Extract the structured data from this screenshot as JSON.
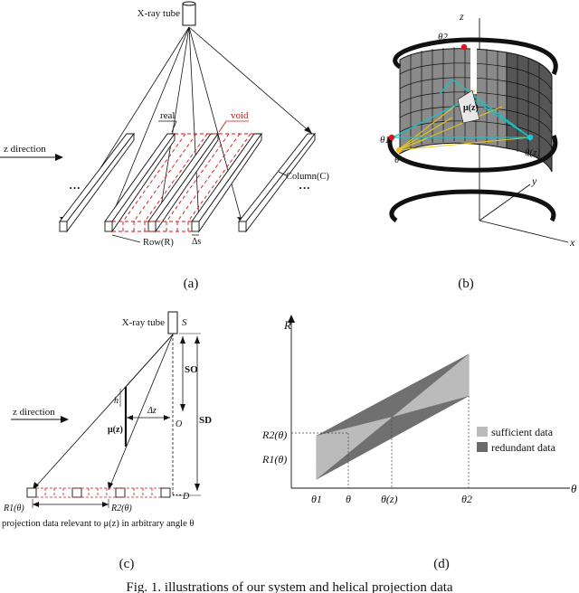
{
  "panel_a": {
    "source_label": "X-ray tube",
    "real_label": "real",
    "void_label": "void",
    "z_direction": "z direction",
    "column_label": "Column(C)",
    "row_label": "Row(R)",
    "delta_s": "Δs",
    "ellipsis_left": "···",
    "ellipsis_right": "···"
  },
  "panel_b": {
    "z_axis": "z",
    "y_axis": "y",
    "x_axis": "x",
    "theta_top": "θ2",
    "theta_left": "θ1",
    "theta_bottom": "θ",
    "theta_right": "θ(z)",
    "mu_label": "μ(z)"
  },
  "panel_c": {
    "source_label": "X-ray tube",
    "s_label": "S",
    "so_label": "SO",
    "sd_label": "SD",
    "o_label": "O",
    "d_label": "D",
    "h_label": "h",
    "delta_z": "Δz",
    "mu_label": "μ(z)",
    "z_direction": "z direction",
    "r1_label": "R1(θ)",
    "r2_label": "R2(θ)",
    "ellipsis": "···",
    "caption_line": "projection data relevant to μ(z) in arbitrary angle θ"
  },
  "panel_d": {
    "y_axis": "R",
    "x_axis": "θ",
    "r2_tick": "R2(θ)",
    "r1_tick": "R1(θ)",
    "ticks": [
      "θ1",
      "θ",
      "θ(z)",
      "θ2"
    ],
    "legend_sufficient": "sufficient data",
    "legend_redundant": "redundant data",
    "color_sufficient": "#b8b8b8",
    "color_redundant": "#6a6a6a"
  },
  "sublabels": [
    "(a)",
    "(b)",
    "(c)",
    "(d)"
  ],
  "caption": "Fig. 1. illustrations of our system and helical projection data"
}
